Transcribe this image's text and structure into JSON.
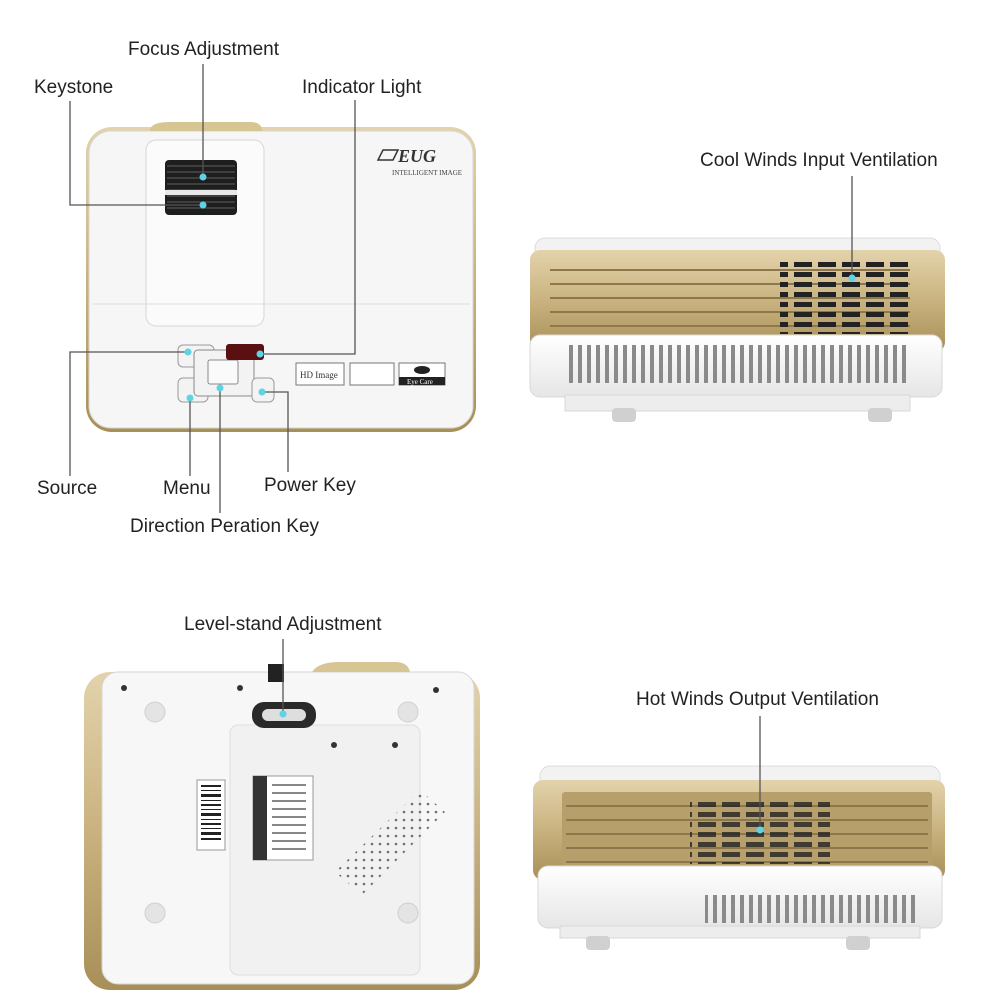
{
  "brand": {
    "logo_text": "EUG",
    "tagline": "INTELLIGENT IMAGE",
    "badge_hd": "HD Image",
    "badge_eye": "Eye Care"
  },
  "panels": {
    "top_view": {
      "labels": {
        "focus": "Focus Adjustment",
        "keystone": "Keystone",
        "indicator": "Indicator Light",
        "source": "Source",
        "menu": "Menu",
        "power": "Power Key",
        "direction": "Direction Peration Key"
      }
    },
    "side_view": {
      "labels": {
        "cool": "Cool Winds Input Ventilation"
      }
    },
    "bottom_view": {
      "labels": {
        "level": "Level-stand Adjustment"
      }
    },
    "rear_view": {
      "labels": {
        "hot": "Hot Winds Output Ventilation"
      }
    }
  },
  "colors": {
    "gold": "#c9b27f",
    "gold_dark": "#a88f58",
    "body_white": "#f4f4f4",
    "callout_line": "#555555",
    "callout_dot": "#5fd3e6",
    "indicator_red": "#b3261e"
  }
}
